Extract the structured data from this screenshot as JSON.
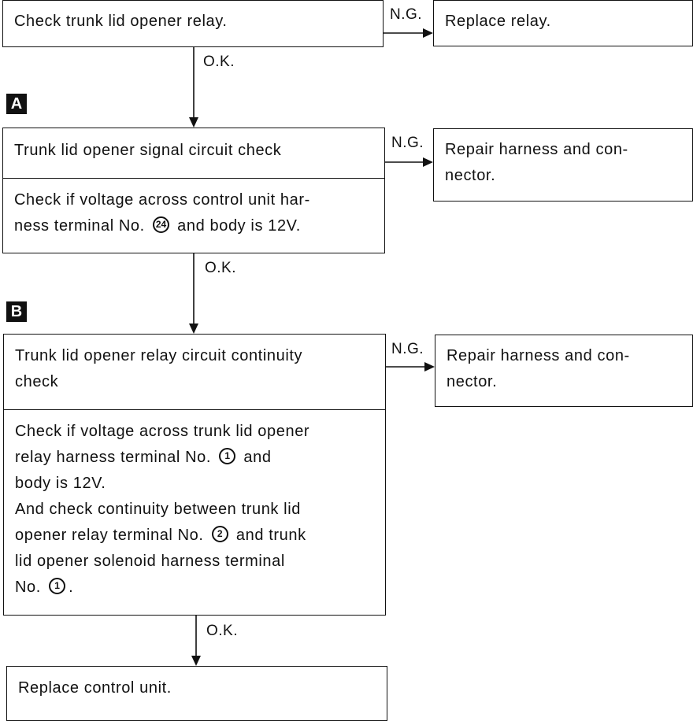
{
  "flow": {
    "step1": {
      "text": "Check trunk lid opener relay.",
      "ng_label": "N.G.",
      "ng_action": "Replace relay.",
      "ok_label": "O.K."
    },
    "markerA": "A",
    "step2": {
      "title": "Trunk lid opener signal circuit check",
      "detail_line1": "Check if voltage across control unit har-",
      "detail_line2_pre": "ness terminal No.",
      "detail_line2_num": "24",
      "detail_line2_post": "and body is 12V.",
      "ng_label": "N.G.",
      "ng_action_line1": "Repair harness and con-",
      "ng_action_line2": "nector.",
      "ok_label": "O.K."
    },
    "markerB": "B",
    "step3": {
      "title_line1": "Trunk lid opener relay circuit continuity",
      "title_line2": "check",
      "detail_line1": "Check if voltage across trunk lid opener",
      "detail_line2_pre": "relay harness terminal No.",
      "detail_line2_num": "1",
      "detail_line2_post": "and",
      "detail_line3": "body is 12V.",
      "detail_line4": "And check continuity between trunk lid",
      "detail_line5_pre": "opener relay terminal No.",
      "detail_line5_num": "2",
      "detail_line5_post": "and trunk",
      "detail_line6": "lid opener solenoid harness terminal",
      "detail_line7_pre": "No.",
      "detail_line7_num": "1",
      "detail_line7_post": ".",
      "ng_label": "N.G.",
      "ng_action_line1": "Repair harness and con-",
      "ng_action_line2": "nector.",
      "ok_label": "O.K."
    },
    "step4": {
      "text": "Replace control unit."
    }
  }
}
